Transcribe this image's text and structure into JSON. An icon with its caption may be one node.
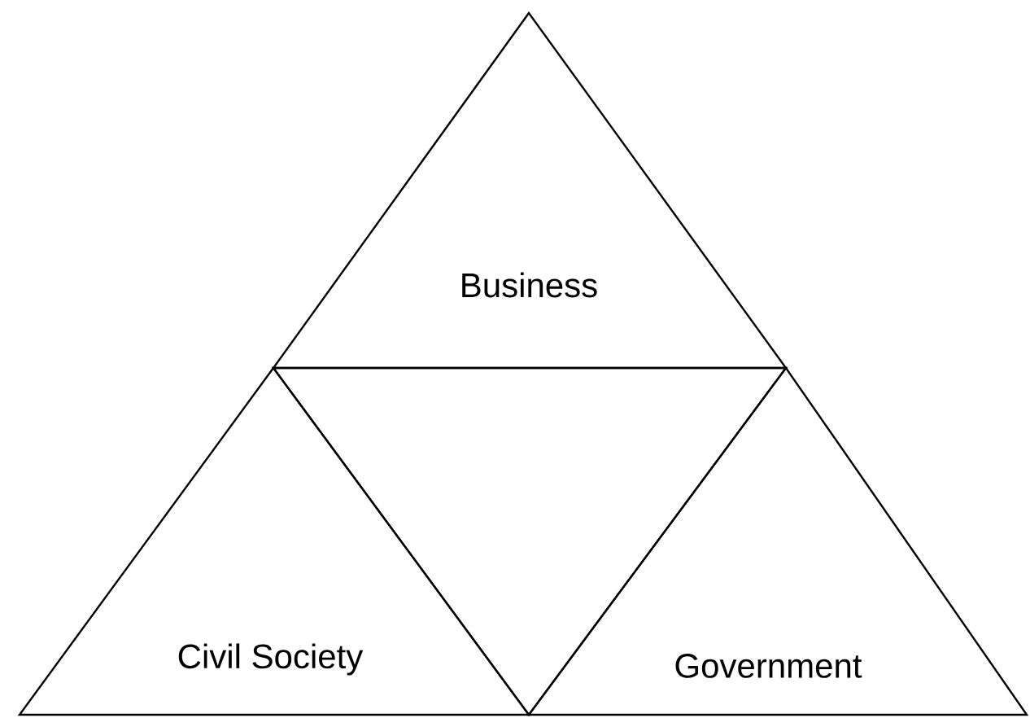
{
  "diagram": {
    "nodes": [
      {
        "text": [
          "Business"
        ]
      },
      {
        "text": [
          "Civil Society"
        ]
      },
      {
        "text": [],
        "shape": "triangle"
      },
      {
        "text": [
          "Government"
        ]
      }
    ]
  }
}
